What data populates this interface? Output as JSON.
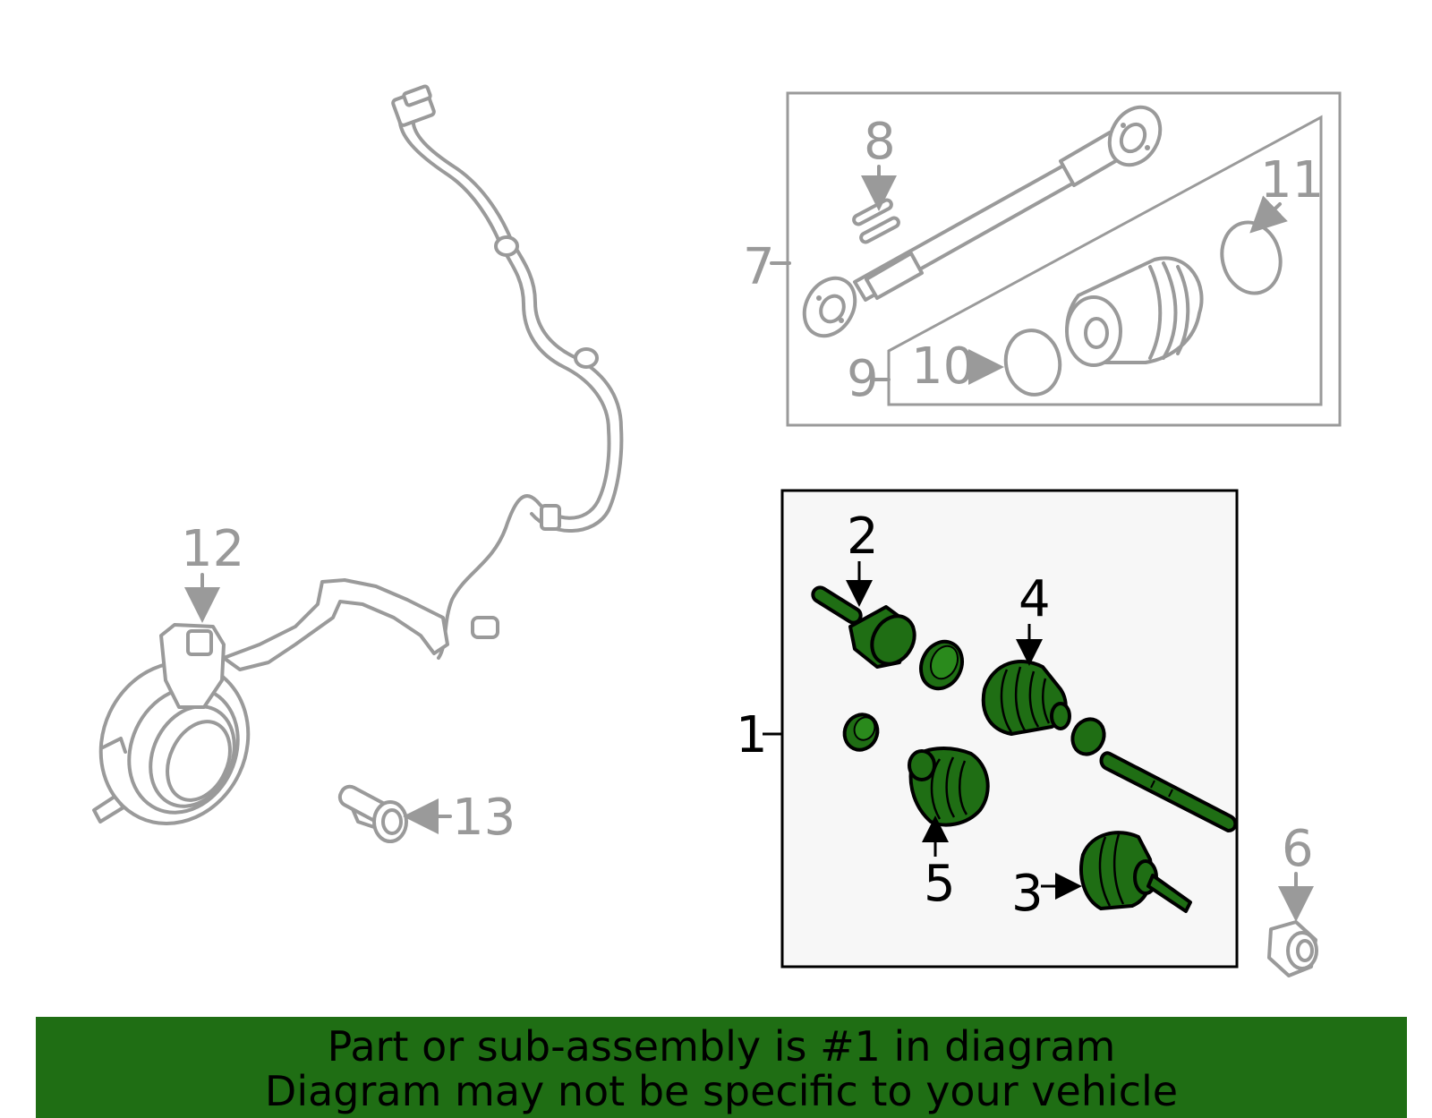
{
  "callouts": {
    "c1": "1",
    "c2": "2",
    "c3": "3",
    "c4": "4",
    "c5": "5",
    "c6": "6",
    "c7": "7",
    "c8": "8",
    "c9": "9",
    "c10": "10",
    "c11": "11",
    "c12": "12",
    "c13": "13"
  },
  "banner": {
    "line1": "Part or sub-assembly is #1 in diagram",
    "line2": "Diagram may not be specific to your vehicle"
  },
  "colors": {
    "highlight": "#1f6e14",
    "banner": "#1f6e14",
    "ghost": "#9a9a9a",
    "panel_bg": "#f7f7f7"
  }
}
